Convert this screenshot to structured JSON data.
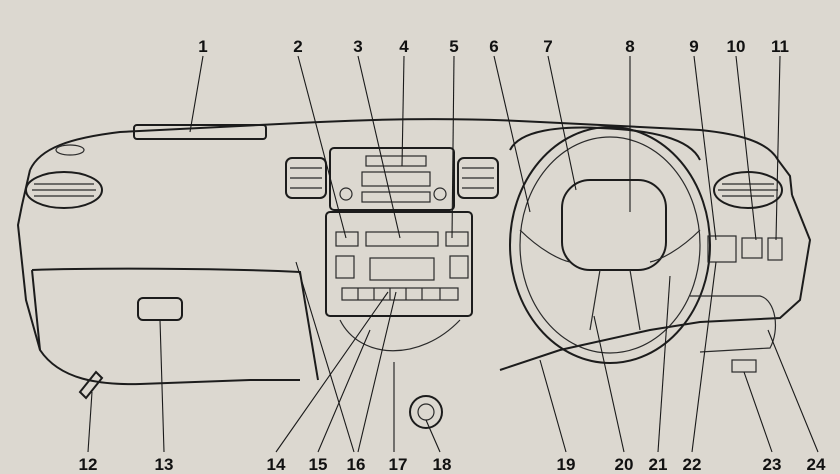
{
  "diagram": {
    "callouts_top": [
      "1",
      "2",
      "3",
      "4",
      "5",
      "6",
      "7",
      "8",
      "9",
      "10",
      "11"
    ],
    "callouts_bottom": [
      "12",
      "13",
      "14",
      "15",
      "16",
      "17",
      "18",
      "19",
      "20",
      "21",
      "22",
      "23",
      "24"
    ]
  },
  "colors": {
    "ink": "#1c1c1c",
    "paper": "#dcd8d0",
    "panel": "#c9c4ba"
  }
}
